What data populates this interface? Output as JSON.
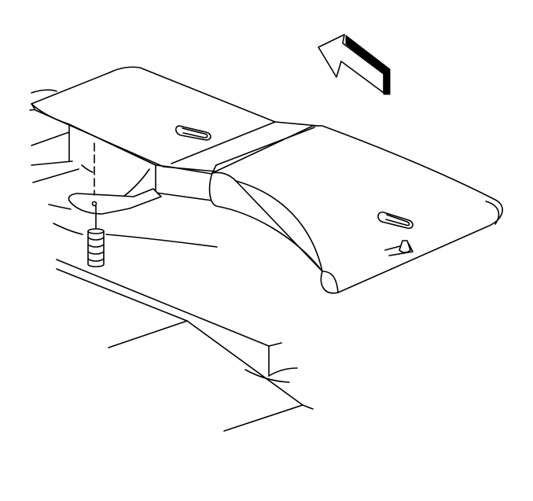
{
  "figure": {
    "kind": "line-art illustration",
    "ink_color": "#000000",
    "background_color": "#ffffff",
    "parts": [
      "duct-panel",
      "front-duct-panel",
      "fastener-slot-icon",
      "stud-bolt",
      "mounting-bracket",
      "frame-rail",
      "direction-arrow-icon"
    ]
  }
}
